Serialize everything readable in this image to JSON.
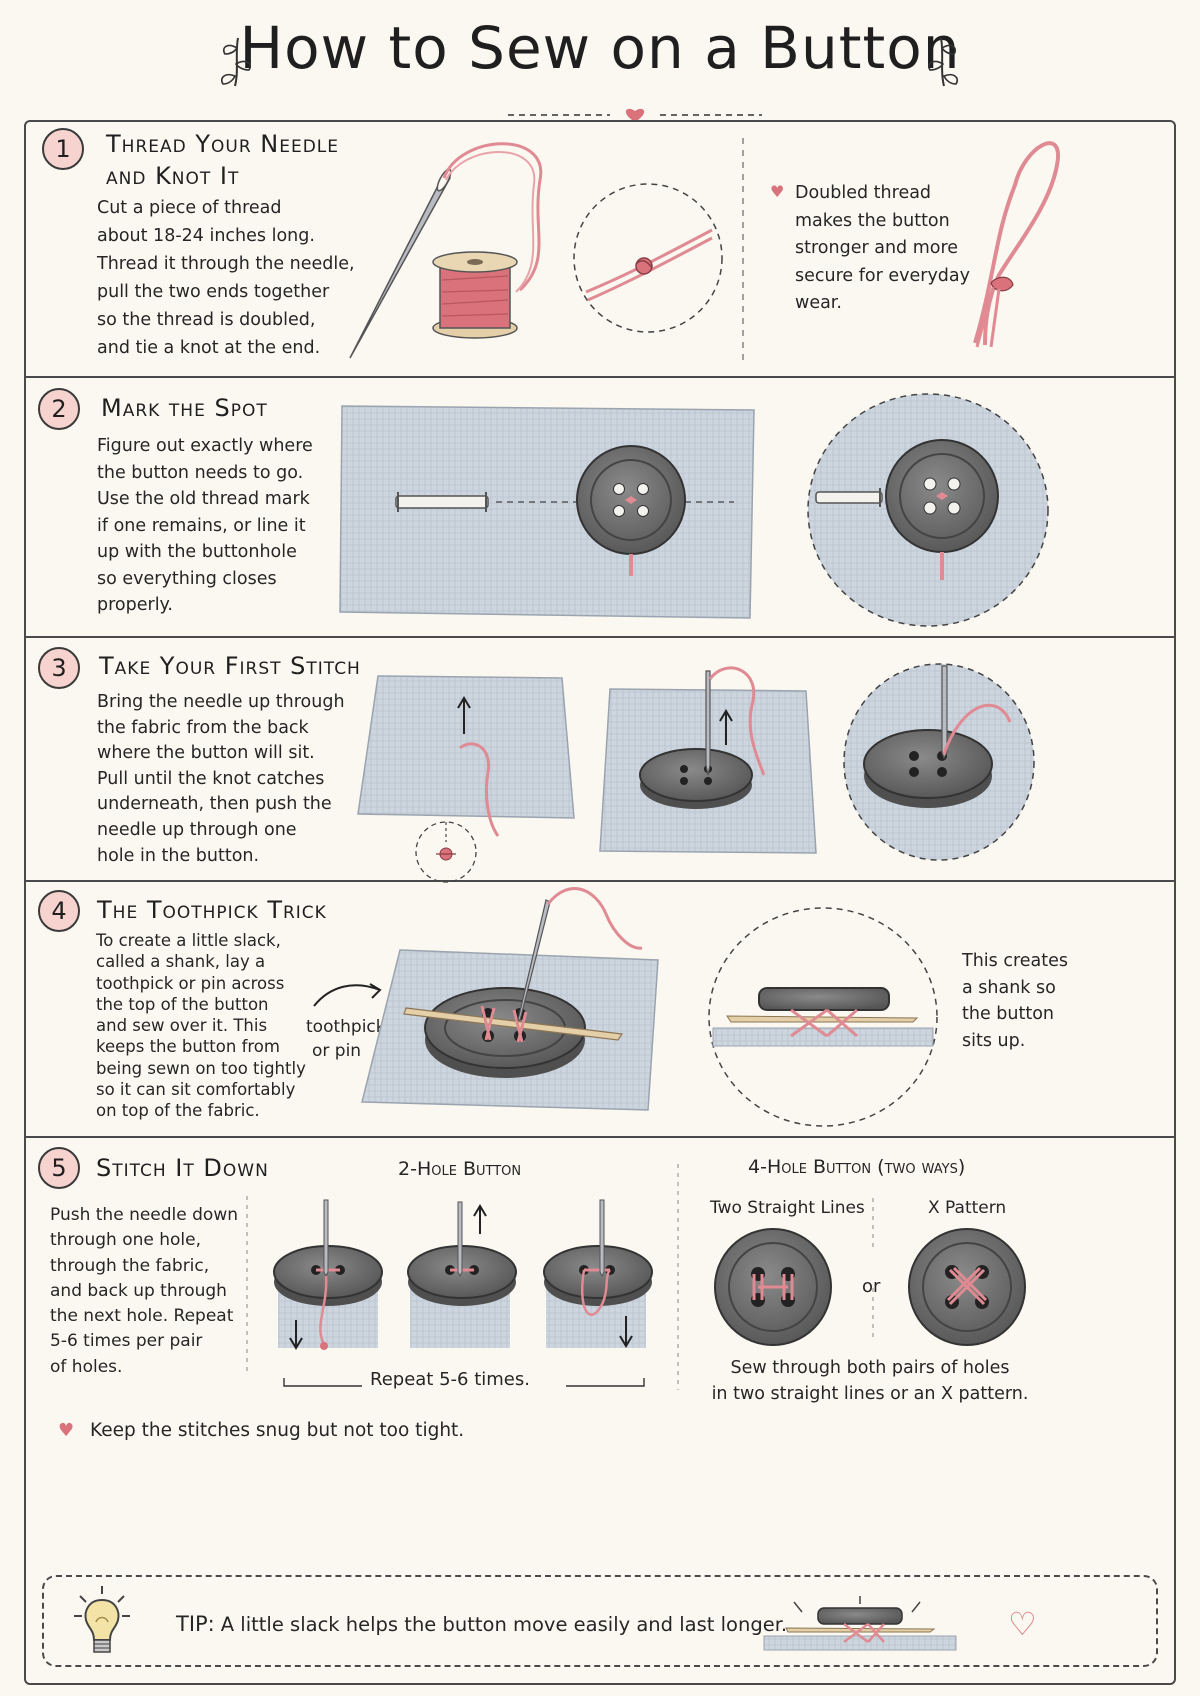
{
  "title": "How to Sew on a Button",
  "colors": {
    "accent": "#d9727a",
    "fabric": "#c9d2dc",
    "button": "#6b6b6b",
    "thread": "#e08a93"
  },
  "steps": [
    {
      "number": "1",
      "title_line1": "Thread Your Needle",
      "title_line2": "and Knot It",
      "text": [
        "Cut a piece of thread",
        "about 18-24 inches long.",
        "Thread it through the needle,",
        "pull the two ends together",
        "so the thread is doubled,",
        "and tie a knot at the end."
      ],
      "note": [
        "Doubled thread",
        "makes the button",
        "stronger and more",
        "secure for everyday",
        "wear."
      ]
    },
    {
      "number": "2",
      "title": "Mark the Spot",
      "text": [
        "Figure out exactly where",
        "the button needs to go.",
        "Use the old thread mark",
        "if one remains, or line it",
        "up with the buttonhole",
        "so everything closes",
        "properly."
      ]
    },
    {
      "number": "3",
      "title": "Take Your First Stitch",
      "text": [
        "Bring the needle up through",
        "the fabric from the back",
        "where the button will sit.",
        "Pull until the knot catches",
        "underneath, then push the",
        "needle up through one",
        "hole in the button."
      ]
    },
    {
      "number": "4",
      "title": "The Toothpick Trick",
      "text": [
        "To create a little slack,",
        "called a shank, lay a",
        "toothpick or pin across",
        "the top of the button",
        "and sew over it. This",
        "keeps the button from",
        "being sewn on too tightly",
        "so it can sit comfortably",
        "on top of the fabric."
      ],
      "callout_line1": "toothpick",
      "callout_line2": "or pin",
      "note": [
        "This creates",
        "a shank so",
        "the button",
        "sits up."
      ]
    },
    {
      "number": "5",
      "title": "Stitch It Down",
      "text": [
        "Push the needle down",
        "through one hole,",
        "through the fabric,",
        "and back up through",
        "the next hole. Repeat",
        "5-6 times per pair",
        "of holes."
      ],
      "two_hole_heading": "2-Hole Button",
      "repeat_label": "Repeat 5-6 times.",
      "four_hole_heading": "4-Hole Button (two ways)",
      "option_a": "Two Straight Lines",
      "option_or": "or",
      "option_b": "X Pattern",
      "four_hole_caption_1": "Sew through both pairs of holes",
      "four_hole_caption_2": "in two straight lines or an X pattern.",
      "snug_note": "Keep the stitches snug but not too tight."
    }
  ],
  "tip": {
    "label": "TIP:",
    "text": "A little slack helps the button move easily and last longer."
  }
}
